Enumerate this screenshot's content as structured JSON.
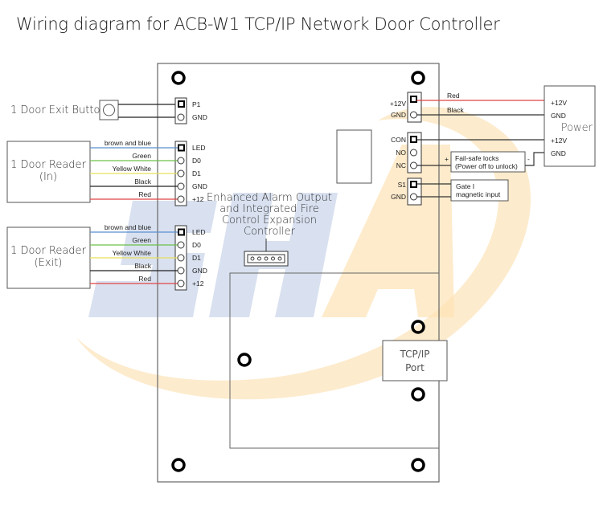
{
  "title": "Wiring diagram for ACB-W1 TCP/IP Network Door Controller",
  "watermark": {
    "text": "SHA",
    "blue": "#c8d3ea",
    "orange": "#fde3b5"
  },
  "exit_button": {
    "label": "1 Door Exit Button",
    "pins": [
      "P1",
      "GND"
    ]
  },
  "reader_in": {
    "label_line1": "1  Door Reader",
    "label_line2": "(In)",
    "pins": [
      "LED",
      "D0",
      "D1",
      "GND",
      "+12"
    ],
    "wires": [
      {
        "name": "brown and blue",
        "color": "#5b8fcf"
      },
      {
        "name": "Green",
        "color": "#6cc04a"
      },
      {
        "name": "Yellow White",
        "color": "#e8e05a"
      },
      {
        "name": "Black",
        "color": "#222222"
      },
      {
        "name": "Red",
        "color": "#e04545"
      }
    ]
  },
  "reader_exit": {
    "label_line1": "1 Door Reader",
    "label_line2": "(Exit)",
    "pins": [
      "LED",
      "D0",
      "D1",
      "GND",
      "+12"
    ],
    "wires": [
      {
        "name": "brown and blue",
        "color": "#5b8fcf"
      },
      {
        "name": "Green",
        "color": "#6cc04a"
      },
      {
        "name": "Yellow White",
        "color": "#e8e05a"
      },
      {
        "name": "Black",
        "color": "#222222"
      },
      {
        "name": "Red",
        "color": "#e04545"
      }
    ]
  },
  "alarm_controller": {
    "lines": [
      "Enhanced Alarm Output",
      "and Integrated Fire",
      "Control Expansion",
      "Controller"
    ]
  },
  "power_input": {
    "pins": [
      "+12V",
      "GND"
    ],
    "wires": [
      {
        "name": "Red",
        "color": "#e04545"
      },
      {
        "name": "Black",
        "color": "#333333"
      }
    ]
  },
  "relay": {
    "pins": [
      "CON",
      "NO",
      "NC"
    ]
  },
  "lock": {
    "line1": "Fail-safe locks",
    "line2": "(Power off to unlock)",
    "plus": "+",
    "minus": "-"
  },
  "gate": {
    "pins": [
      "S1",
      "GND"
    ],
    "line1": "Gate I",
    "line2": "magnetic input"
  },
  "power_supply": {
    "label": "Power",
    "terminals": [
      "+12V",
      "GND",
      "+12V",
      "GND"
    ]
  },
  "tcpip": {
    "line1": "TCP/IP",
    "line2": "Port"
  }
}
